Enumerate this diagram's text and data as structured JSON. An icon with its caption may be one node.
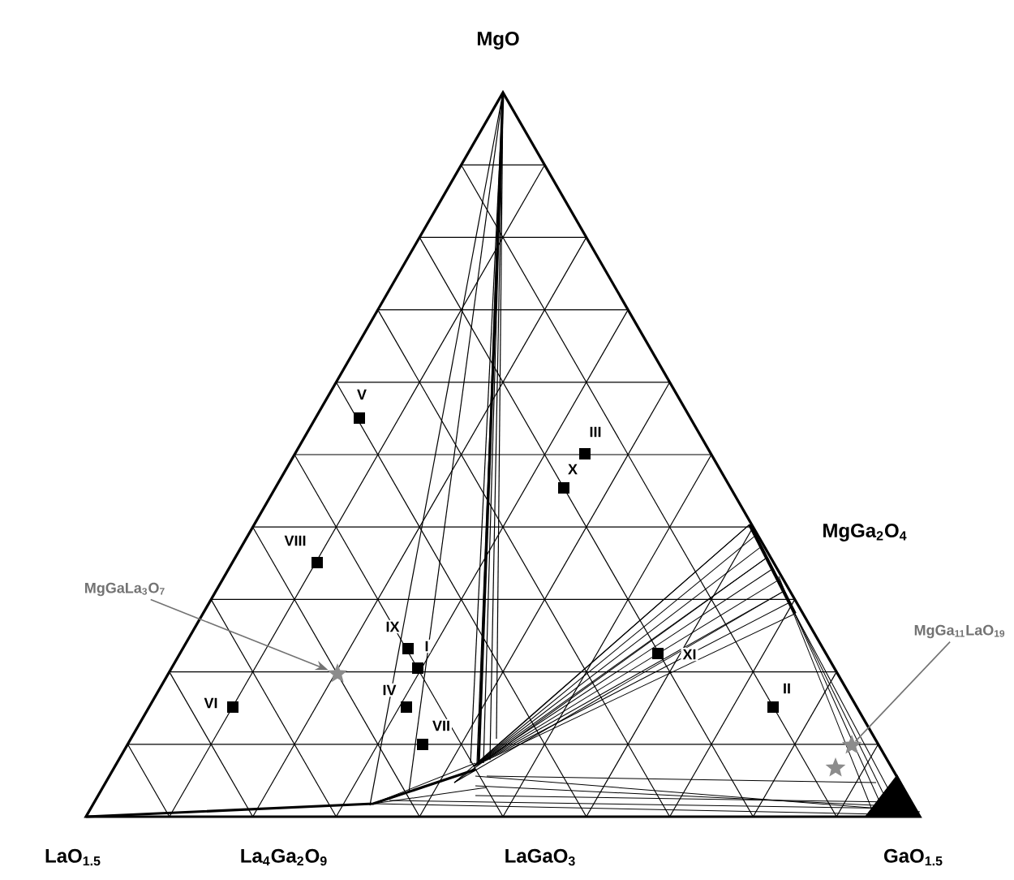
{
  "diagram": {
    "nodes": [
      {
        "text": [
          "MgGaLa$_{3}$O$_{7}$"
        ]
      },
      {
        "text": [],
        "shape": "star"
      },
      {
        "text": [
          "MgGa$_{11}$LaO$_{19}$"
        ]
      },
      {
        "text": [],
        "shape": "star"
      },
      {
        "text": [],
        "shape": "star"
      }
    ],
    "edges": [
      {
        "from": 0,
        "to": 1,
        "arrow": "to"
      },
      {
        "from": 2,
        "to": 3,
        "arrow": "none"
      }
    ],
    "labels": [
      "MgO",
      "V",
      "III",
      "X",
      "MgGa$_{2}$O$_{4}$",
      "VIII",
      "IX",
      "I",
      "XI",
      "VI",
      "IV",
      "II",
      "VII",
      "LaO$_{1.5}$",
      "La$_{4}$Ga$_{2}$O$_{9}$",
      "LaGaO$_{3}$",
      "GaO$_{1.5}$"
    ]
  }
}
